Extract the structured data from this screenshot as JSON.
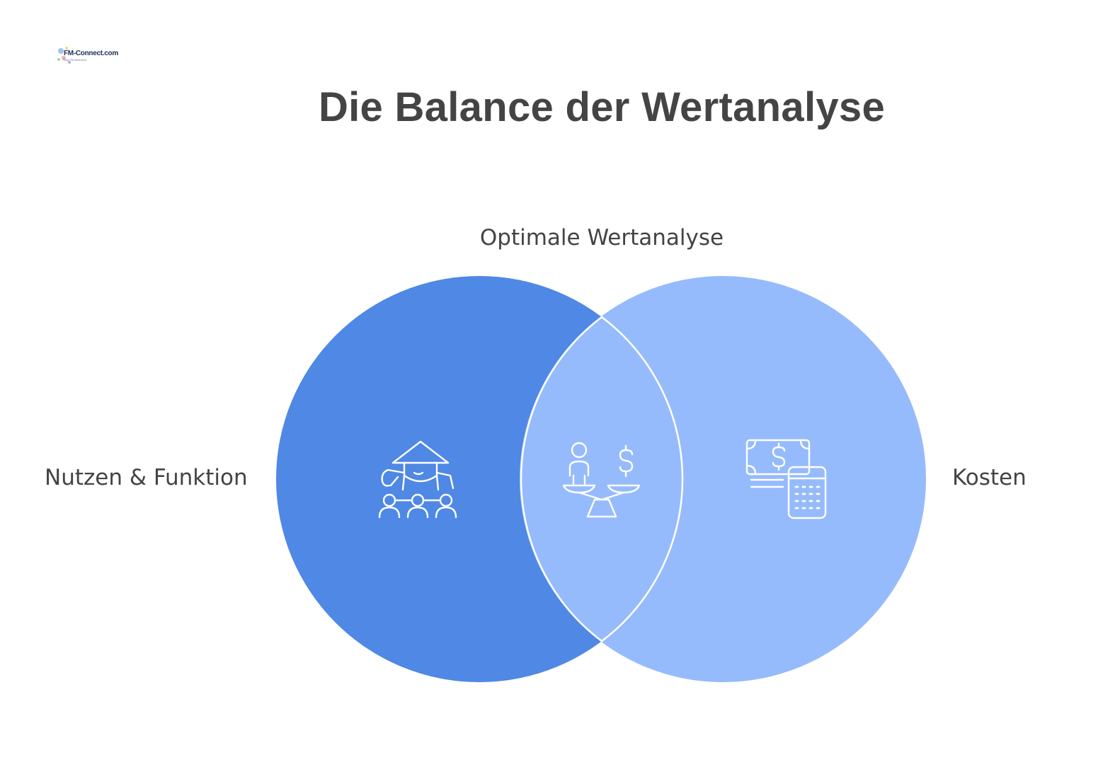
{
  "logo": {
    "text": "FM-Connect.com",
    "subtext": "Das FM-Netzwerk"
  },
  "title": "Die Balance der Wertanalyse",
  "labels": {
    "intersection": "Optimale Wertanalyse",
    "left": "Nutzen & Funktion",
    "right": "Kosten"
  },
  "colors": {
    "left_circle": "#4f88e5",
    "right_circle": "#96bbfc",
    "intersection": "#96bbfc",
    "outline": "#ffffff",
    "text": "#444444"
  },
  "icons": {
    "left": "teacher-with-students-icon",
    "center": "balance-scale-person-money-icon",
    "right": "money-calculator-icon"
  }
}
